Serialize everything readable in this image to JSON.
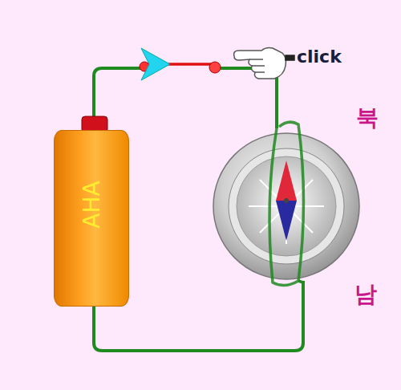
{
  "diagram": {
    "nodes": [
      {
        "text": [
          "AHA"
        ]
      }
    ],
    "labels": [
      "click",
      "북",
      "남"
    ]
  }
}
